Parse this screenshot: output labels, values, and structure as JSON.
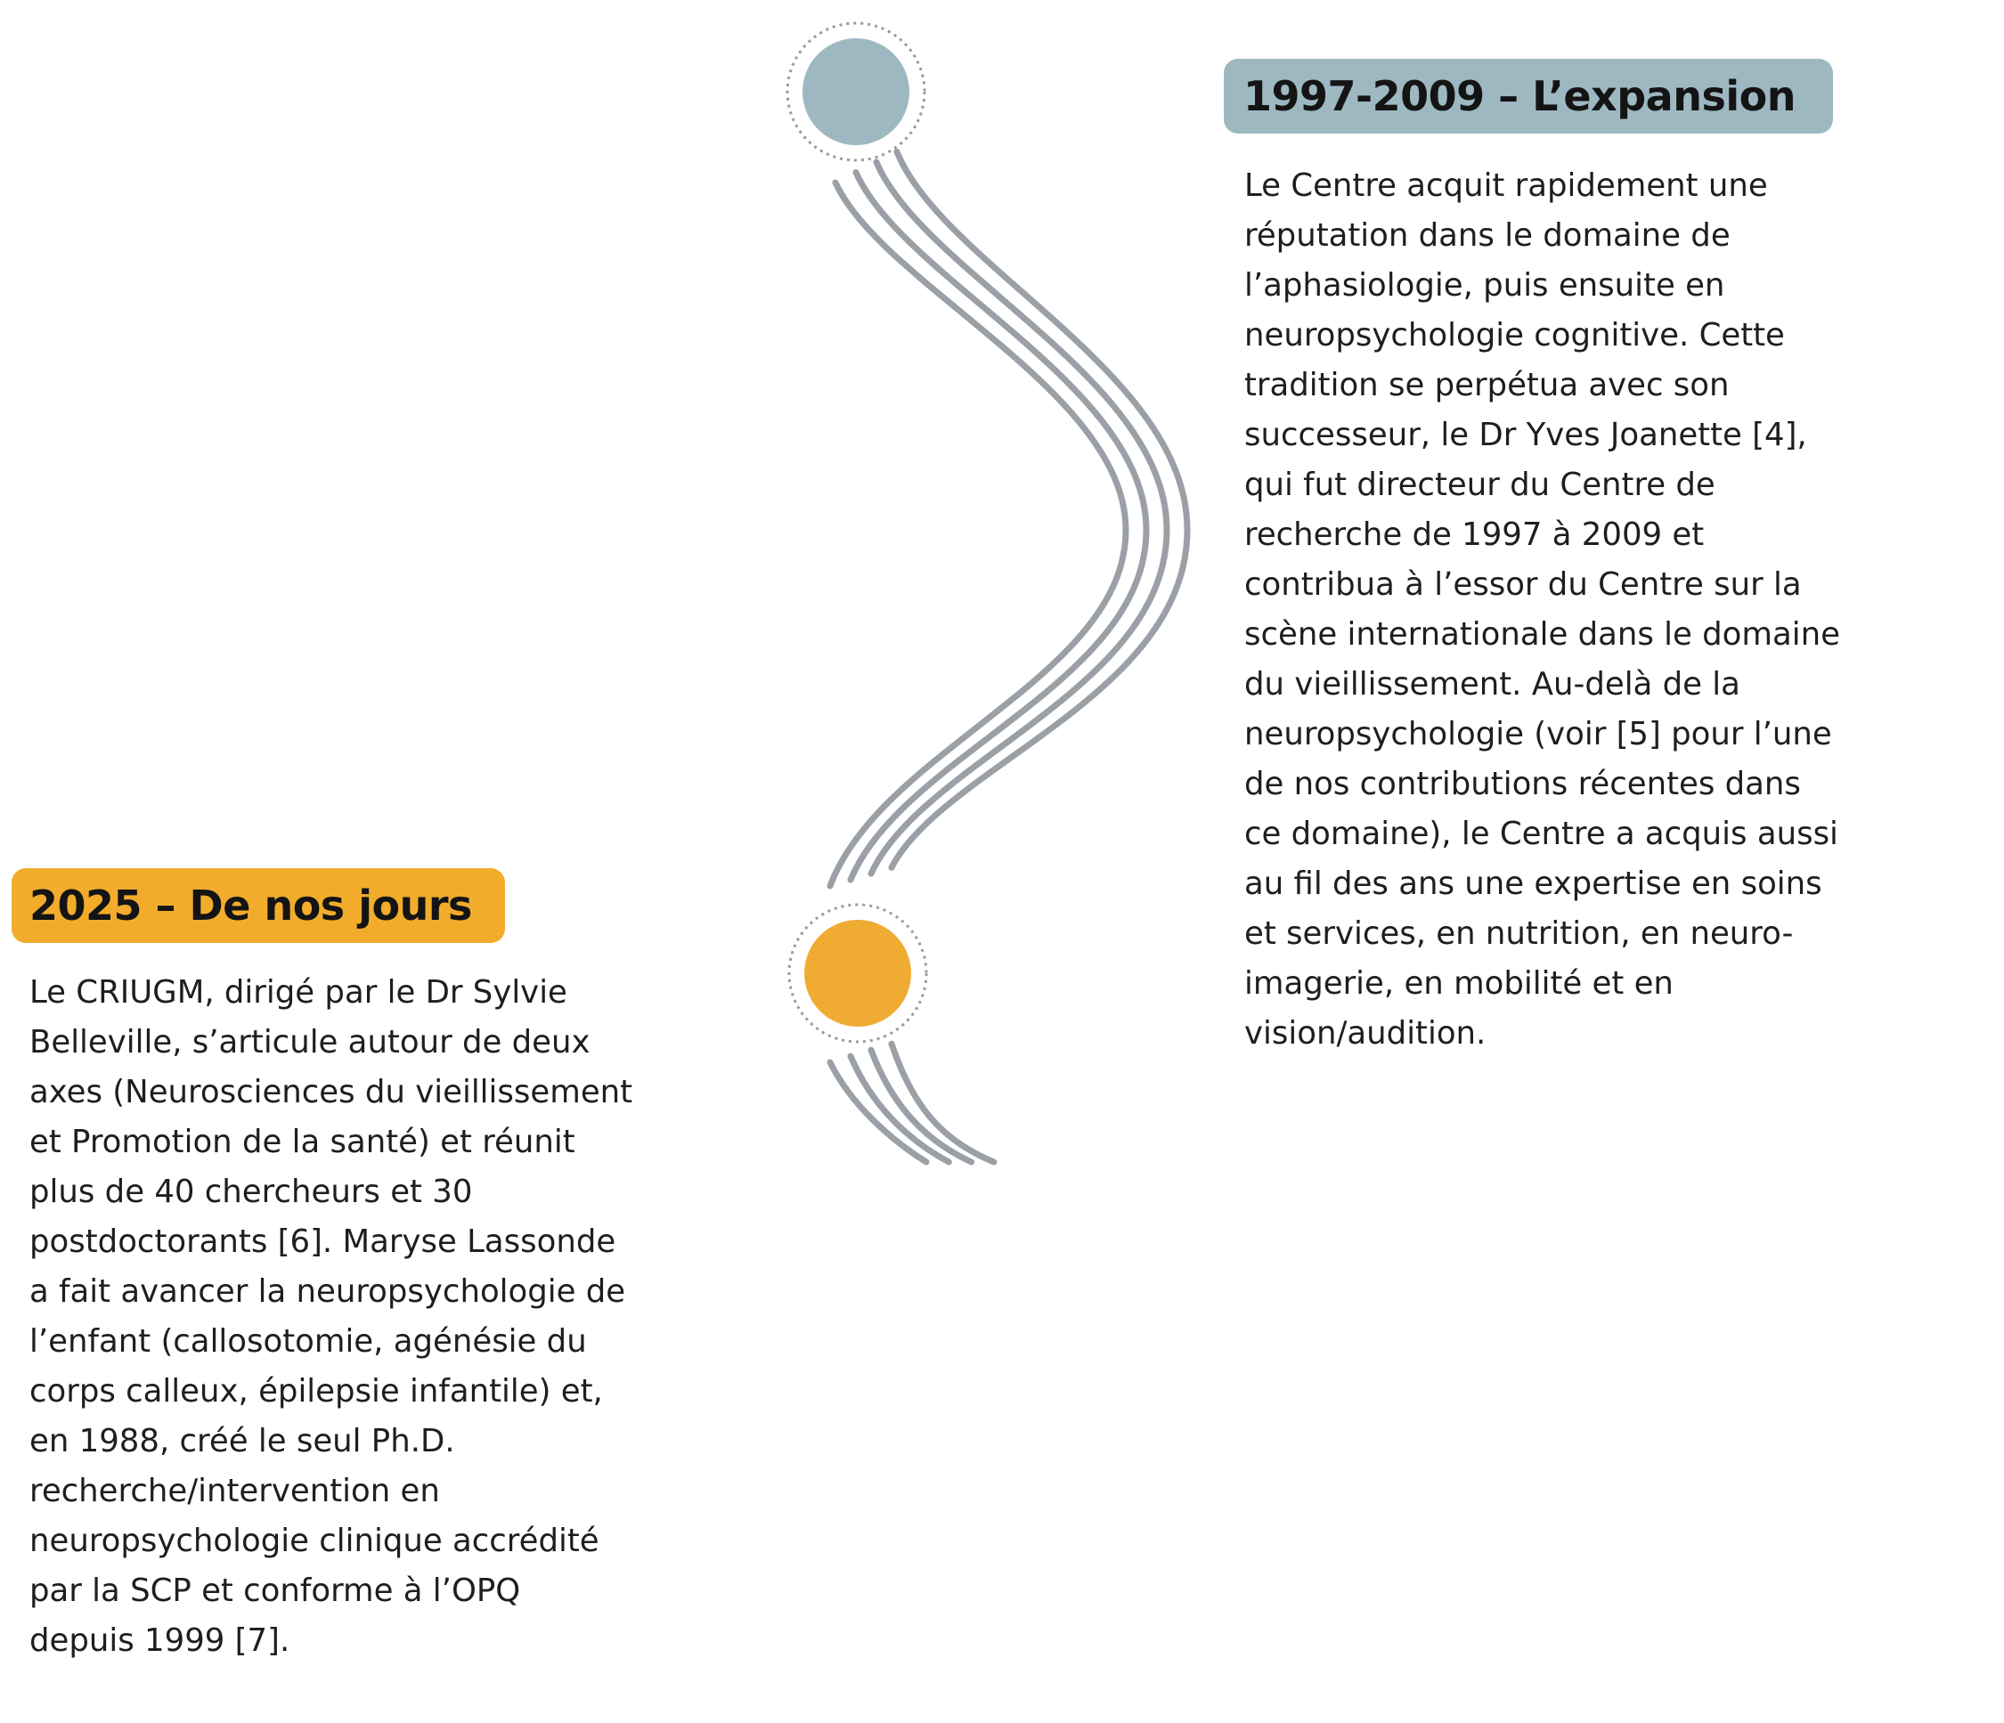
{
  "timeline": {
    "colors": {
      "line": "#9aa0a6",
      "node_top": "#9eb8c2",
      "node_bottom": "#f0ac32",
      "ring": "#9a9a9a"
    },
    "items": [
      {
        "title": "1997-2009 – L’expansion",
        "accent": "#9eb8c2",
        "lines": [
          "Le Centre acquit rapidement une",
          "réputation dans le domaine de",
          "l’aphasiologie, puis ensuite en",
          "neuropsychologie cognitive. Cette",
          "tradition se perpétua avec son",
          "successeur, le Dr Yves Joanette [4],",
          "qui fut directeur du Centre de",
          "recherche de 1997 à 2009 et",
          "contribua à l’essor du Centre sur la",
          "scène internationale dans le domaine",
          "du vieillissement. Au-delà de la",
          "neuropsychologie (voir [5] pour l’une",
          "de nos contributions récentes dans",
          "ce domaine), le Centre a acquis aussi",
          "au fil des ans une expertise en soins",
          "et services, en nutrition, en neuro-",
          "imagerie, en mobilité et en",
          "vision/audition."
        ]
      },
      {
        "title": "2025 – De nos jours",
        "accent": "#f2ac2c",
        "lines": [
          "Le CRIUGM, dirigé par le Dr Sylvie",
          "Belleville, s’articule autour de deux",
          "axes (Neurosciences du vieillissement",
          "et Promotion de la santé) et réunit",
          "plus de 40 chercheurs et 30",
          "postdoctorants [6]. Maryse Lassonde",
          "a fait avancer la neuropsychologie de",
          "l’enfant (callosotomie, agénésie du",
          "corps calleux, épilepsie infantile) et,",
          "en 1988, créé le seul Ph.D.",
          "recherche/intervention en",
          "neuropsychologie clinique accrédité",
          "par la SCP et conforme à l’OPQ",
          "depuis 1999 [7]."
        ]
      }
    ]
  }
}
